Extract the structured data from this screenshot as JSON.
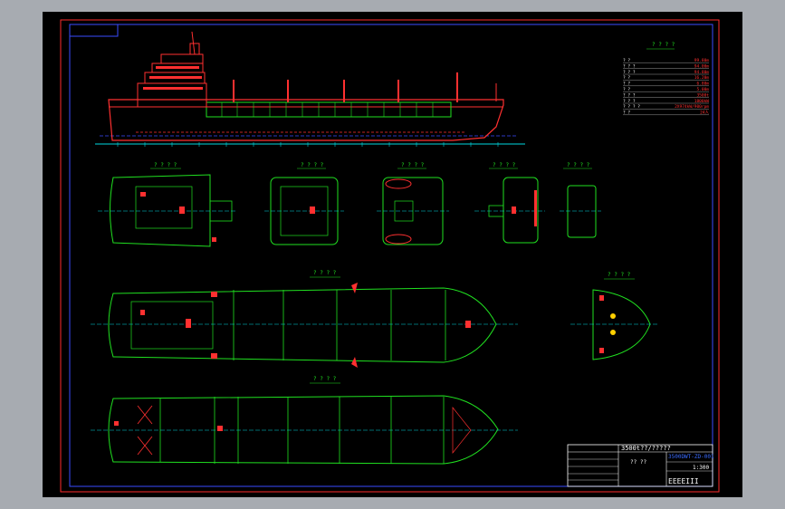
{
  "drawing": {
    "view_titles": {
      "particulars": "? ? ? ?",
      "plan_a": "? ? ? ?",
      "plan_b": "? ? ? ?",
      "plan_c": "? ? ? ?",
      "plan_d": "? ? ? ?",
      "plan_e": "? ? ? ?",
      "main_deck": "? ? ? ?",
      "forecastle": "? ? ? ?",
      "hold_plan": "? ? ? ?"
    },
    "particulars": [
      {
        "label": "?    ?",
        "value": "99.80m"
      },
      {
        "label": "? ? ?",
        "value": "94.00m"
      },
      {
        "label": "? ? ?",
        "value": "94.80m"
      },
      {
        "label": "?    ?",
        "value": "16.20m"
      },
      {
        "label": "?    ?",
        "value": "6.80m"
      },
      {
        "label": "?    ?",
        "value": "5.00m"
      },
      {
        "label": "? ? ?",
        "value": "3500t"
      },
      {
        "label": "? ? ?",
        "value": "1800kW"
      },
      {
        "label": "? ? ? ?",
        "value": "2X974kW/900rpm"
      },
      {
        "label": "?    ?",
        "value": "24人"
      }
    ],
    "title_block": {
      "drawing_title": "3500t??/?????",
      "drawing_number": "3500DWT-ZD-001",
      "scale": "1:300",
      "company": "EEEEIII",
      "name_field": "?? ??"
    }
  }
}
